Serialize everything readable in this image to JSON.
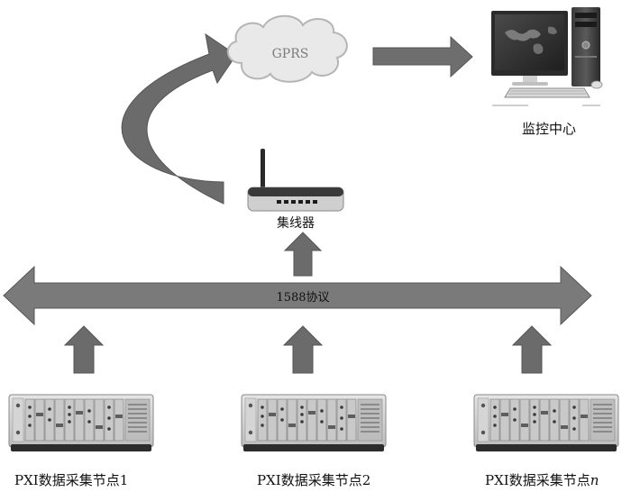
{
  "cloud": {
    "label": "GPRS"
  },
  "monitor_center": {
    "label": "监控中心"
  },
  "hub": {
    "label": "集线器"
  },
  "protocol_bus": {
    "label": "1588协议"
  },
  "nodes": [
    {
      "label": "PXI数据采集节点1"
    },
    {
      "label": "PXI数据采集节点2"
    },
    {
      "label_prefix": "PXI数据采集节点",
      "label_italic": "n"
    }
  ],
  "colors": {
    "arrow": "#6b6b6b",
    "arrow_dark": "#555555",
    "bus": "#7a7a7a",
    "cloud_fill": "#e9e9e9",
    "cloud_stroke": "#b5b5b5"
  }
}
